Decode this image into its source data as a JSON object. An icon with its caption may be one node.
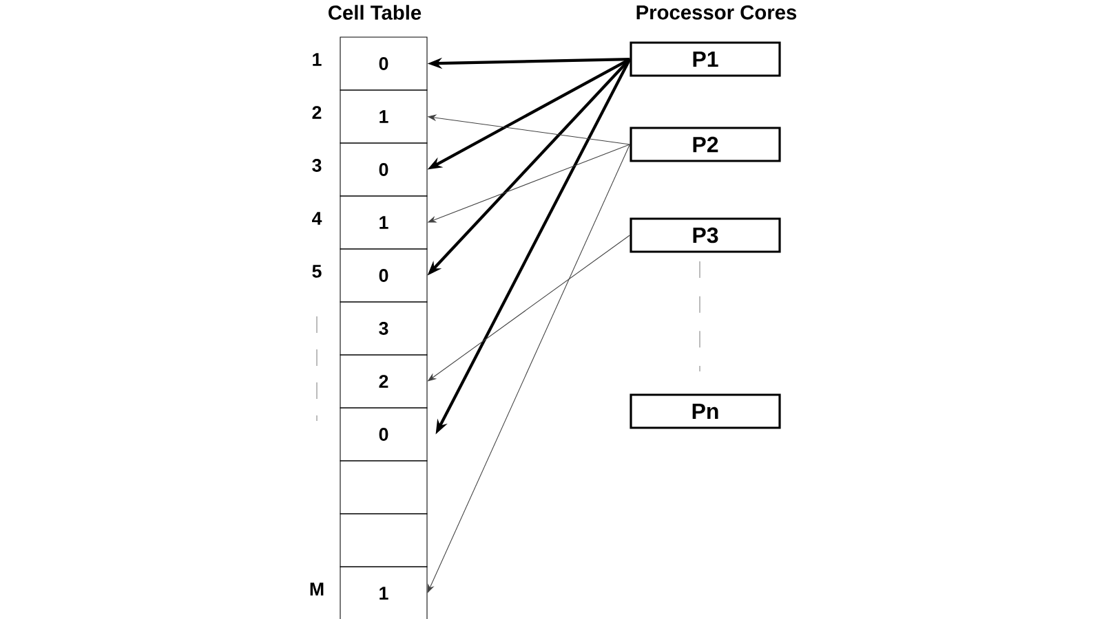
{
  "diagram": {
    "nodes": [
      {
        "text": [
          "0"
        ]
      },
      {
        "text": [
          "1"
        ]
      },
      {
        "text": [
          "0"
        ]
      },
      {
        "text": [
          "1"
        ]
      },
      {
        "text": [
          "0"
        ]
      },
      {
        "text": [
          "3"
        ]
      },
      {
        "text": [
          "2"
        ]
      },
      {
        "text": [
          "0"
        ]
      },
      {
        "text": [],
        "shape": "box"
      },
      {
        "text": [],
        "shape": "box"
      },
      {
        "text": [
          "1"
        ]
      },
      {
        "text": [
          "P1"
        ]
      },
      {
        "text": [
          "P2"
        ]
      },
      {
        "text": [
          "P3"
        ]
      },
      {
        "text": [
          "Pn"
        ]
      }
    ],
    "edges": [
      {
        "from": 11,
        "to": 0,
        "arrow": "to",
        "style": "thick"
      },
      {
        "from": 11,
        "to": 2,
        "arrow": "to",
        "style": "thick"
      },
      {
        "from": 11,
        "to": 4,
        "arrow": "to",
        "style": "thick"
      },
      {
        "from": 11,
        "to": 7,
        "arrow": "to",
        "style": "thick"
      },
      {
        "from": 12,
        "to": 1,
        "arrow": "to"
      },
      {
        "from": 12,
        "to": 3,
        "arrow": "to"
      },
      {
        "from": 12,
        "to": 10,
        "arrow": "to"
      },
      {
        "from": 13,
        "to": 6,
        "arrow": "to"
      }
    ],
    "labels": [
      "Cell Table",
      "Processor Cores",
      "1",
      "2",
      "3",
      "4",
      "5",
      "M"
    ]
  }
}
